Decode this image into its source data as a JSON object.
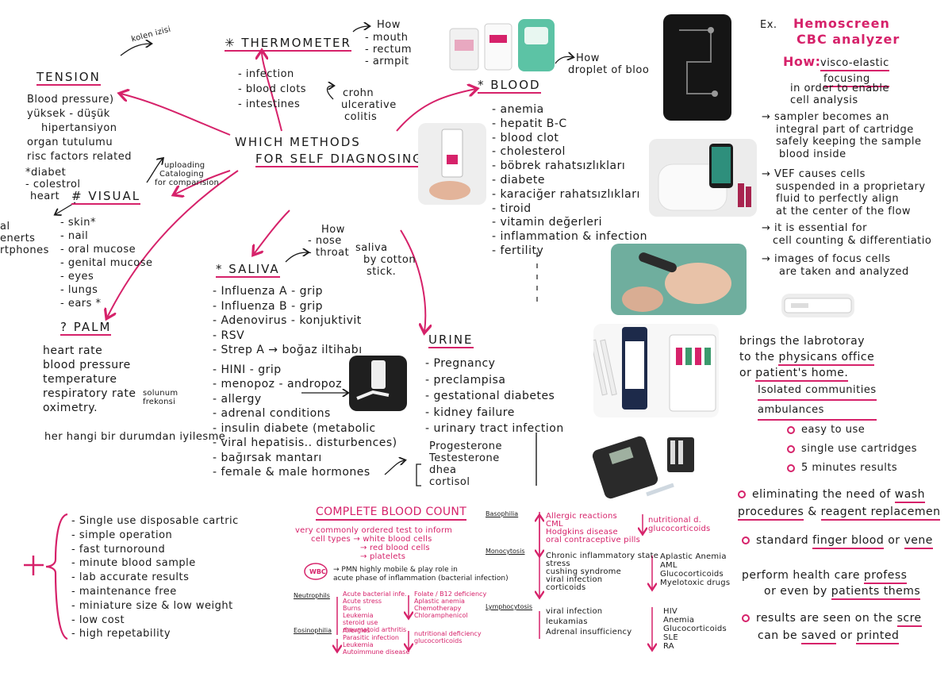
{
  "center": {
    "line1": "WHICH METHODS",
    "line2": "FOR SELF DIAGNOSING"
  },
  "kolen_note": "kolen izisi",
  "thermometer": {
    "title": "THERMOMETER",
    "how": "How",
    "how_items": [
      "- mouth",
      "- rectum",
      "- armpit"
    ],
    "items": [
      "- infection",
      "- blood clots",
      "- intestines"
    ],
    "crohn": [
      "crohn",
      "ulcerative",
      "colitis"
    ]
  },
  "tension": {
    "title": "TENSION",
    "items": [
      "Blood pressure)",
      "yüksek - düşük",
      "hipertansiyon",
      "organ tutulumu",
      "risc factors related"
    ],
    "risks": [
      "*diabet",
      "- colestrol",
      "heart"
    ]
  },
  "visual": {
    "title": "VISUAL",
    "upload": [
      "uploading",
      "Cataloging",
      "for comparision"
    ],
    "items": [
      "- skin*",
      "- nail",
      "- oral mucose",
      "- genital mucose",
      "- eyes",
      "- lungs",
      "- ears *"
    ],
    "cut_left": [
      "al",
      "enerts",
      "rtphones"
    ]
  },
  "palm": {
    "title": "PALM",
    "items": [
      "heart rate",
      "blood pressure",
      "temperature",
      "respiratory rate",
      "oximetry."
    ],
    "solunum": [
      "solunum",
      "frekonsi"
    ],
    "footer": "her hangi bir durumdan iyilesme"
  },
  "saliva": {
    "title": "SALIVA",
    "how": "How",
    "how_items": [
      "- nose",
      "- throat"
    ],
    "by_cotton": [
      "saliva",
      "by cotton",
      "stick."
    ],
    "items": [
      "- Influenza A - grip",
      "- Influenza B - grip",
      "- Adenovirus - konjuktivit",
      "- RSV",
      "- Strep A → boğaz iltihabı",
      "- HINI - grip",
      "- menopoz - andropoz",
      "- allergy",
      "- adrenal conditions",
      "- insulin diabete (metabolic",
      "- viral hepatisis.. disturbences)",
      "- bağırsak mantarı",
      "- female & male hormones"
    ]
  },
  "blood": {
    "title": "BLOOD",
    "how": [
      "How",
      "droplet of bloo"
    ],
    "items": [
      "- anemia",
      "- hepatit B-C",
      "- blood clot",
      "- cholesterol",
      "- böbrek rahatsızlıkları",
      "- diabete",
      "- karaciğer rahatsızlıkları",
      "- tiroid",
      "- vitamin değerleri",
      "- inflammation & infection",
      "- fertility"
    ]
  },
  "urine": {
    "title": "URINE",
    "items": [
      "- Pregnancy",
      "- preclampisa",
      "- gestational diabetes",
      "- kidney failure",
      "- urinary tract infection"
    ]
  },
  "hormones": [
    "Progesterone",
    "Testesterone",
    "dhea",
    "cortisol"
  ],
  "hemoscreen": {
    "ex": "Ex.",
    "title1": "Hemoscreen",
    "title2": "CBC analyzer",
    "how_label": "How:",
    "how_val1": "visco-elastic",
    "how_val2": "focusing",
    "how_rest": [
      "in order to enable",
      "cell analysis"
    ],
    "points": [
      [
        "→ sampler becomes an",
        "integral part of cartridge",
        "safely keeping the sample",
        "blood inside"
      ],
      [
        "→ VEF causes cells",
        "suspended in a proprietary",
        "fluid to perfectly align",
        "at the center of the flow"
      ],
      [
        "→ it is essential for",
        "cell counting & differentiatio"
      ],
      [
        "→ images of focus cells",
        "are taken and analyzed"
      ]
    ]
  },
  "brings": {
    "l1a": "brings the labrotoray",
    "l2a": "to the ",
    "l2b": "physicans office",
    "l3a": "or ",
    "l3b": "patient's home.",
    "iso1": "Isolated communities",
    "iso2": "ambulances",
    "bul": [
      "easy to use",
      "single use cartridges",
      "5 minutes results"
    ]
  },
  "eliminating": {
    "a": "eliminating the need of ",
    "b": "wash",
    "c": "procedures",
    "d": " & ",
    "e": "reagent replacemen"
  },
  "standard": {
    "a": "standard ",
    "b": "finger blood",
    "c": " or ",
    "d": "vene"
  },
  "perform": {
    "a": "perform health care ",
    "b": "profess",
    "c": "or even by ",
    "d": "patients thems"
  },
  "results": {
    "a": "results are seen on the ",
    "b": "scre",
    "c": "can be ",
    "d": "saved",
    "e": " or ",
    "f": "printed"
  },
  "plus_list": [
    "- Single use disposable cartric",
    "- simple operation",
    "- fast turnoround",
    "- minute blood sample",
    "- lab accurate results",
    "- maintenance free",
    "- miniature size & low weight",
    "- low cost",
    "- high repetability"
  ],
  "cbc": {
    "title": "COMPLETE BLOOD COUNT",
    "intro": [
      "very commonly ordered test to inform",
      "cell types → white blood cells",
      "→ red blood cells",
      "→ platelets"
    ],
    "wbc": "WBC",
    "wbc_note": [
      "→ PMN highly mobile & play role in",
      "acute phase of inflammation (bacterial infection)"
    ],
    "neutrophils": "Neutrophils",
    "neut_up": [
      "Acute bacterial infe.",
      "Acute stress",
      "Burns",
      "Leukemia",
      "steroid use",
      "rheumatoid arthritis"
    ],
    "neut_down": [
      "Folate / B12 deficiency",
      "Aplastic anemia",
      "Chemotherapy",
      "Chloramphenicol"
    ],
    "eosinophilia": "Eosinophilia",
    "eos_up": [
      "Allergies",
      "Parasitic infection",
      "Leukemia",
      "Autoimmune disease"
    ],
    "eos_down": [
      "nutritional deficiency",
      "glucocorticoids"
    ],
    "basophilia": "Basophilia",
    "baso_up": [
      "Allergic reactions",
      "CML",
      "Hodgkins disease",
      "oral contraceptive pills"
    ],
    "baso_down": [
      "nutritional d.",
      "glucocorticoids"
    ],
    "monocytosis": "Monocytosis",
    "mono_up": [
      "Chronic inflammatory state",
      "stress",
      "cushing syndrome",
      "viral infection",
      "corticoids"
    ],
    "mono_down": [
      "Aplastic Anemia",
      "AML",
      "Glucocorticoids",
      "Myelotoxic drugs"
    ],
    "lymphocytosis": "Lymphocytosis",
    "lymph_up": [
      "viral infection",
      "leukamias",
      "Adrenal insufficiency"
    ],
    "lymph_down": [
      "HIV",
      "Anemia",
      "Glucocorticoids",
      "SLE",
      "RA"
    ]
  },
  "colors": {
    "accent": "#d6226a",
    "ink": "#1a1a1a"
  }
}
